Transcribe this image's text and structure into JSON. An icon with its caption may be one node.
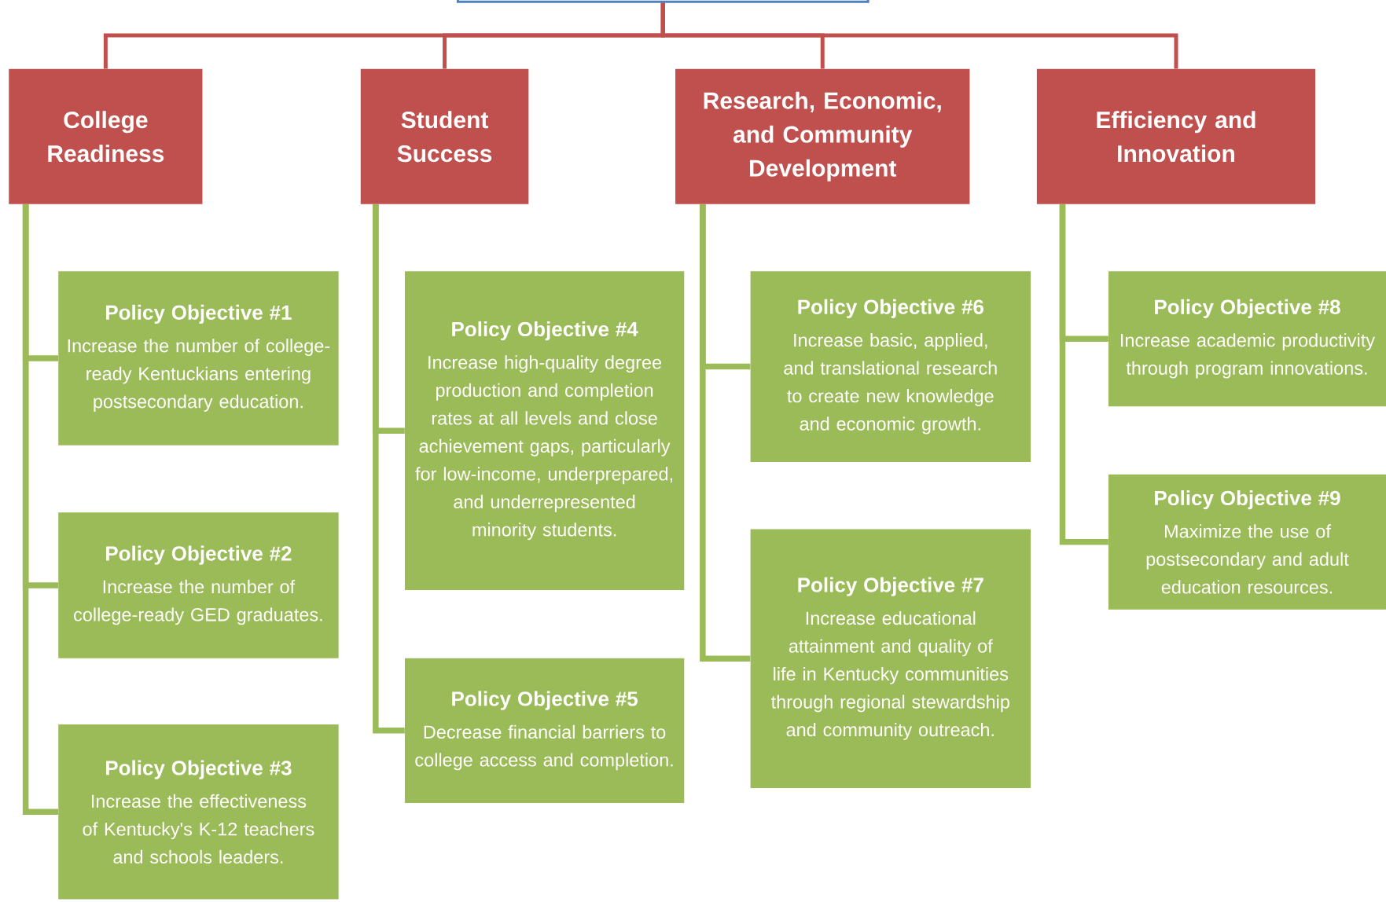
{
  "diagram": {
    "nodes": [
      {
        "text": [],
        "shape": "box"
      },
      {
        "text": [
          "College Readiness"
        ]
      },
      {
        "text": [
          "Student Success"
        ]
      },
      {
        "text": [
          "Research, Economic, and Community Development"
        ]
      },
      {
        "text": [
          "Efficiency and Innovation"
        ]
      },
      {
        "text": [
          "Policy Objective #1",
          "Increase the number of college-ready Kentuckians entering postsecondary education."
        ]
      },
      {
        "text": [
          "Policy Objective #2",
          "Increase the number of college-ready GED graduates."
        ]
      },
      {
        "text": [
          "Policy Objective #3",
          "Increase the effectiveness of Kentucky's K-12 teachers and schools leaders."
        ]
      },
      {
        "text": [
          "Policy Objective #4",
          "Increase high-quality degree production and completion rates at all levels and close achievement gaps, particularly for low-income, underprepared, and underrepresented minority students."
        ]
      },
      {
        "text": [
          "Policy Objective #5",
          "Decrease financial barriers to college access and completion."
        ]
      },
      {
        "text": [
          "Policy Objective #6",
          "Increase basic, applied, and translational research to create new knowledge and economic growth."
        ]
      },
      {
        "text": [
          "Policy Objective #7",
          "Increase educational attainment and quality of life in Kentucky communities through regional stewardship and community outreach."
        ]
      },
      {
        "text": [
          "Policy Objective #8",
          "Increase academic productivity through program innovations."
        ]
      },
      {
        "text": [
          "Policy Objective #9",
          "Maximize the use of postsecondary and adult education resources."
        ]
      }
    ],
    "edges": [
      {
        "from": 0,
        "to": 1,
        "arrow": "none",
        "color": "#c0504d"
      },
      {
        "from": 0,
        "to": 2,
        "arrow": "none",
        "color": "#c0504d"
      },
      {
        "from": 0,
        "to": 3,
        "arrow": "none",
        "color": "#c0504d"
      },
      {
        "from": 0,
        "to": 4,
        "arrow": "none",
        "color": "#c0504d"
      },
      {
        "from": 1,
        "to": 5,
        "arrow": "none"
      },
      {
        "from": 1,
        "to": 6,
        "arrow": "none"
      },
      {
        "from": 1,
        "to": 7,
        "arrow": "none"
      },
      {
        "from": 2,
        "to": 8,
        "arrow": "none"
      },
      {
        "from": 2,
        "to": 9,
        "arrow": "none"
      },
      {
        "from": 3,
        "to": 10,
        "arrow": "none"
      },
      {
        "from": 3,
        "to": 11,
        "arrow": "none"
      },
      {
        "from": 4,
        "to": 12,
        "arrow": "none"
      },
      {
        "from": 4,
        "to": 13,
        "arrow": "none"
      }
    ]
  }
}
